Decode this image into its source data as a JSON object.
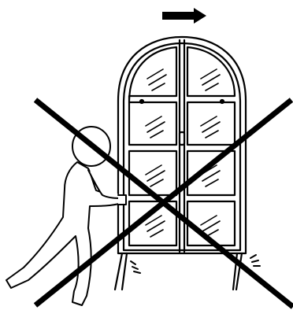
{
  "diagram": {
    "kind": "warning-illustration",
    "meaning": "prohibited",
    "colors": {
      "ink": "#000000",
      "background": "#ffffff"
    },
    "icons": [
      "arrow-right-icon",
      "person-pushing",
      "arched-glass-cabinet",
      "cross-out-mark",
      "scrape-marks"
    ]
  }
}
